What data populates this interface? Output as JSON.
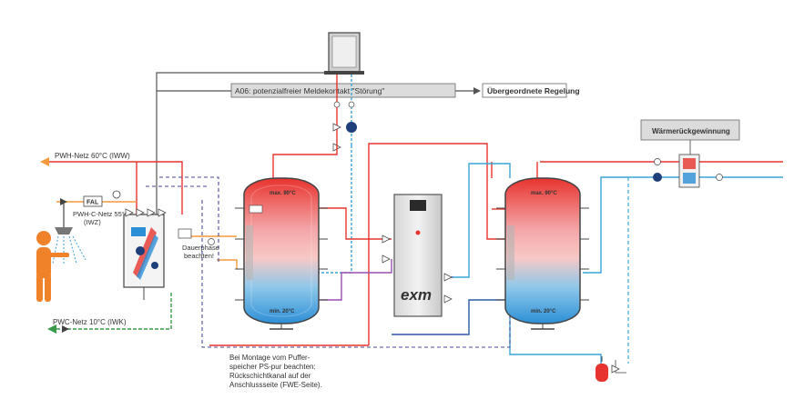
{
  "labels": {
    "meldekontakt": "A06: potenzialfreier Meldekontakt \"Störung\"",
    "regelung": "Übergeordnete Regelung",
    "waermerueck": "Wärmerückgewinnung",
    "pwh": "PWH-Netz 60°C (IWW)",
    "pwhc_1": "PWH-C-Netz 55°C",
    "pwhc_2": "(IWZ)",
    "pwc": "PWC-Netz 10°C (IWK)",
    "fal": "FAL",
    "dauerphase_1": "Dauerphase",
    "dauerphase_2": "beachten!",
    "tank1_max": "max. 90°C",
    "tank1_min": "min. 20°C",
    "tank2_max": "max. 90°C",
    "tank2_min": "min. 20°C",
    "exm_logo": "exm",
    "note_1": "Bei Montage vom Puffer-",
    "note_2": "speicher PS-pur beachten:",
    "note_3": "Rückschichtkanal auf der",
    "note_4": "Anschlussseite (FWE-Seite)."
  },
  "colors": {
    "hot": "#e8342e",
    "warm": "#f29a3a",
    "cold_pipe": "#3aa3d8",
    "return_pipe": "#2c5aa8",
    "purple_pipe": "#9b4fb0",
    "green_pipe": "#3a9a4a",
    "control_line": "#555555",
    "dashed_signal": "#4a4a9a",
    "person": "#f0822a"
  },
  "icons": [
    "heat-generator-icon",
    "shower-icon",
    "person-icon",
    "pump-icon",
    "valve-icon",
    "expansion-vessel-icon",
    "tap-icon"
  ]
}
